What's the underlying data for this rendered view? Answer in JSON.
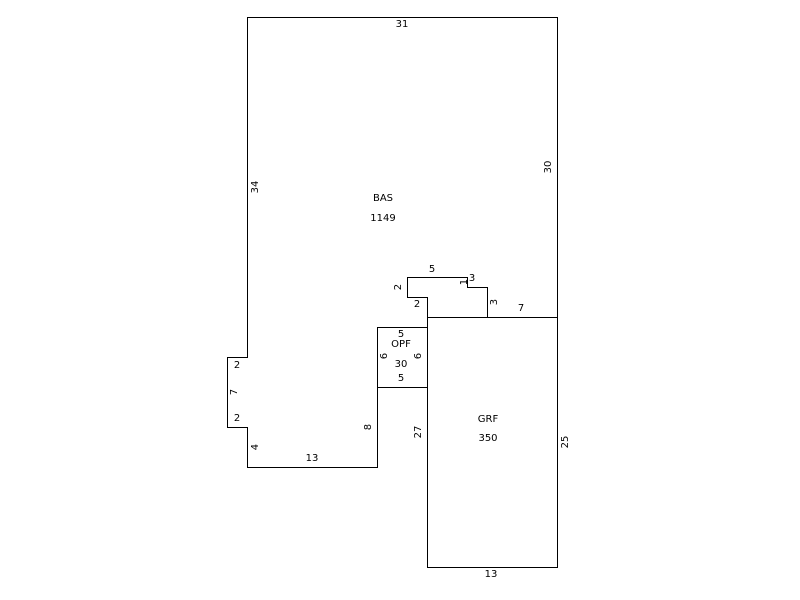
{
  "areas": {
    "bas": {
      "code": "BAS",
      "sqft": "1149"
    },
    "opf": {
      "code": "OPF",
      "sqft": "30"
    },
    "grf": {
      "code": "GRF",
      "sqft": "350"
    }
  },
  "dimensions": {
    "bas_top": "31",
    "bas_right": "30",
    "bas_left": "34",
    "notch_top": "2",
    "notch_side": "7",
    "notch_bottom": "2",
    "bas_lower_left": "4",
    "bas_bottom": "13",
    "bas_inner_right": "8",
    "step_left": "2",
    "step_top": "5",
    "step_small": "1",
    "step_small_top": "3",
    "step_right": "3",
    "step_bottom": "7",
    "step_inner": "2",
    "opf_top": "5",
    "opf_left": "6",
    "opf_right": "6",
    "opf_bottom": "5",
    "grf_left": "27",
    "grf_right": "25",
    "grf_bottom": "13"
  },
  "colors": {
    "line": "#000000",
    "background": "#ffffff"
  }
}
